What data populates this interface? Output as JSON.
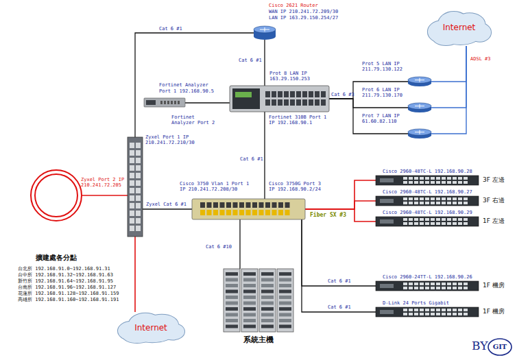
{
  "diagram": {
    "nodes": [
      {
        "text": [
          "Cisco 2621 Router",
          "WAN IP 210.241.72.209/30",
          "LAN IP 163.29.150.254/27"
        ]
      },
      {
        "text": [
          "Fortinet Analyzer",
          "Port 1 192.168.90.5"
        ]
      },
      {
        "text": [
          "Prot 8 LAN IP 163.29.150.253",
          "Fortinet Analyzer Port 2",
          "Fortinet 310B Port 1 IP 192.168.90.1"
        ]
      },
      {
        "text": [
          "Prot 5 LAN IP 211.79.130.122"
        ]
      },
      {
        "text": [
          "Prot 6 LAN IP 211.79.130.170"
        ]
      },
      {
        "text": [
          "Prot 7 LAN IP 61.60.82.110"
        ]
      },
      {
        "text": [
          "Internet"
        ]
      },
      {
        "text": [
          "Zyxel Port 1 IP 210.241.72.210/30",
          "Zyxel Port 2 IP 210.241.72.205"
        ]
      },
      {
        "text": [
          "擴建處各分點",
          "台北所 192.168.91.0~192.168.91.31",
          "台中所 192.168.91.32~192.168.91.63",
          "新竹所 192.168.91.64~192.168.91.95",
          "台南所 192.168.91.96~192.168.91.127",
          "花蓮所 192.168.91.128~192.168.91.159",
          "高雄所 192.168.91.160~192.168.91.191"
        ]
      },
      {
        "text": [
          "Internet"
        ]
      },
      {
        "text": [
          "Cisco 3750 Vlan 1 Port 1 IP 210.241.72.208/30",
          "Cisco 3750G Port 3 IP 192.168.90.2/24"
        ]
      },
      {
        "text": [
          "Cisco 2960-48TC-L 192.168.90.28",
          "3F 左邊"
        ]
      },
      {
        "text": [
          "Cisco 2960-48TC-L 192.168.90.27",
          "3F 右邊"
        ]
      },
      {
        "text": [
          "Cisco 2960-48TC-L 192.168.90.29",
          "1F 左邊"
        ]
      },
      {
        "text": [
          "Cisco 2960-24TT-L 192.168.90.26",
          "1F 機房"
        ]
      },
      {
        "text": [
          "D-Link 24 Ports Gigabit",
          "1F 機房"
        ]
      },
      {
        "text": [
          "系統主機"
        ]
      }
    ],
    "edges": [
      {
        "from": 7,
        "to": 0,
        "label": "Cat 6 #1",
        "arrow": "none"
      },
      {
        "from": 0,
        "to": 2,
        "label": "Cat 6 #1",
        "arrow": "none"
      },
      {
        "from": 1,
        "to": 2,
        "arrow": "none"
      },
      {
        "from": 2,
        "to": 3,
        "label": "Cat 6 #3",
        "arrow": "none"
      },
      {
        "from": 2,
        "to": 4,
        "arrow": "none"
      },
      {
        "from": 2,
        "to": 5,
        "arrow": "none"
      },
      {
        "from": 3,
        "to": 6,
        "arrow": "none"
      },
      {
        "from": 4,
        "to": 6,
        "arrow": "none"
      },
      {
        "from": 5,
        "to": 6,
        "arrow": "none"
      },
      {
        "from": 2,
        "to": 10,
        "label": "Cat 6 #1",
        "arrow": "none"
      },
      {
        "from": 8,
        "to": 7,
        "arrow": "none"
      },
      {
        "from": 7,
        "to": 9,
        "arrow": "none"
      },
      {
        "from": 7,
        "to": 10,
        "label": "Zyxel Cat 6 #1",
        "arrow": "none"
      },
      {
        "from": 10,
        "to": 11,
        "label": "Fiber SX #3",
        "arrow": "none"
      },
      {
        "from": 10,
        "to": 12,
        "arrow": "none"
      },
      {
        "from": 10,
        "to": 13,
        "arrow": "none"
      },
      {
        "from": 10,
        "to": 16,
        "label": "Cat 6 #10",
        "arrow": "none"
      },
      {
        "from": 10,
        "to": 14,
        "label": "Cat 6 #1",
        "arrow": "none"
      },
      {
        "from": 10,
        "to": 15,
        "label": "Cat 6 #1",
        "arrow": "none"
      }
    ],
    "labels": [
      "ADSL #3",
      "BY",
      "GIT"
    ]
  }
}
